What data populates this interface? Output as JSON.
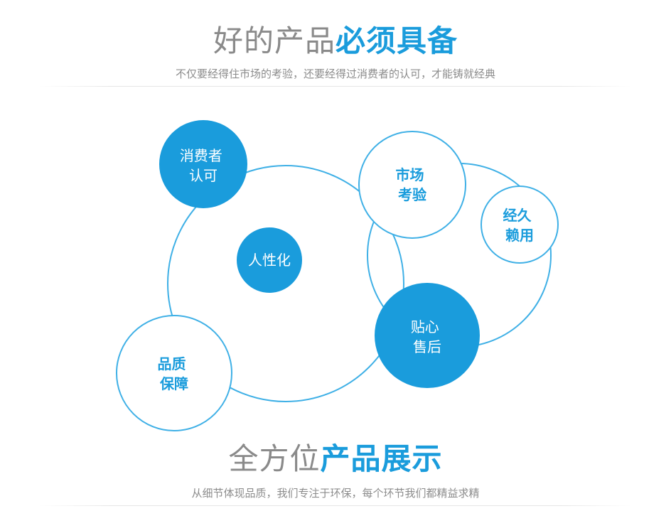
{
  "header": {
    "title_light": "好的产品",
    "title_bold": "必须具备",
    "subtitle": "不仅要经得住市场的考验，还要经得过消费者的认可，才能铸就经典"
  },
  "nodes": [
    {
      "id": "consumer",
      "lines": [
        "消费者",
        "认可"
      ],
      "filled": true
    },
    {
      "id": "market",
      "lines": [
        "市场",
        "考验"
      ],
      "filled": false
    },
    {
      "id": "durable",
      "lines": [
        "经久",
        "赖用"
      ],
      "filled": false
    },
    {
      "id": "humanized",
      "lines": [
        "人性化"
      ],
      "filled": true
    },
    {
      "id": "service",
      "lines": [
        "贴心",
        "售后"
      ],
      "filled": true
    },
    {
      "id": "quality",
      "lines": [
        "品质",
        "保障"
      ],
      "filled": false
    }
  ],
  "footer": {
    "title_light": "全方位",
    "title_bold": "产品展示",
    "subtitle": "从细节体现品质，我们专注于环保，每个环节我们都精益求精"
  },
  "colors": {
    "accent": "#1a9cdc",
    "ring": "#3fb0e6",
    "gray_text": "#8a8a8a"
  }
}
